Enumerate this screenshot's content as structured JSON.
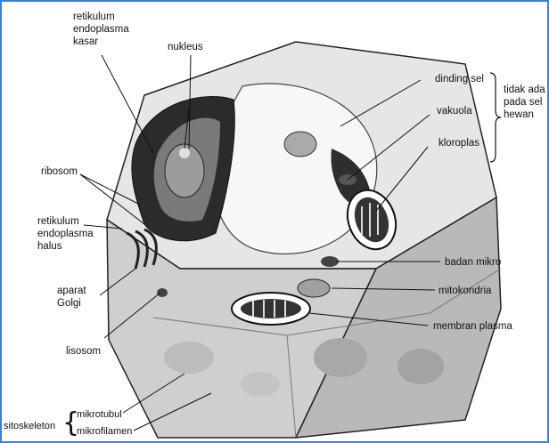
{
  "labels": {
    "rer": [
      "retikulum",
      "endoplasma",
      "kasar"
    ],
    "nukleus": "nukleus",
    "dinding_sel": "dinding sel",
    "vakuola": "vakuola",
    "kloroplas": "kloroplas",
    "tidak_ada": [
      "tidak ada",
      "pada sel",
      "hewan"
    ],
    "ribosom": "ribosom",
    "rel": [
      "retikulum",
      "endoplasma",
      "halus"
    ],
    "aparat_golgi": [
      "aparat",
      "Golgi"
    ],
    "lisosom": "lisosom",
    "badan_mikro": "badan mikro",
    "mitokondria": "mitokondria",
    "membran_plasma": "membran plasma",
    "sitoskeleton": "sitoskeleton",
    "mikrotubul": "mikrotubul",
    "mikrofilamen": "mikrofilamen"
  },
  "colors": {
    "frame_border": "#3b7fd6",
    "ink": "#111111",
    "cell_light": "#e9e9e9",
    "cell_mid": "#bdbdbd",
    "cell_dark": "#2c2c2c"
  }
}
